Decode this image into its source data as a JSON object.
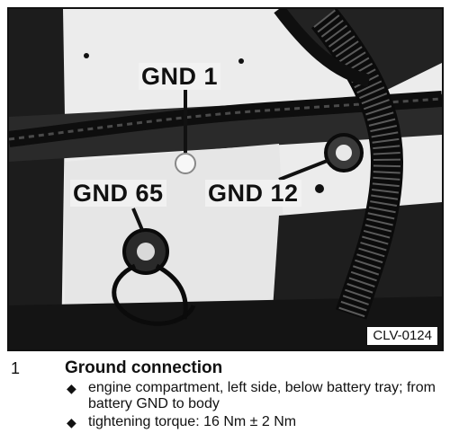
{
  "figure": {
    "labels": {
      "gnd1": "GND 1",
      "gnd65": "GND 65",
      "gnd12": "GND 12",
      "reference": "CLV-0124"
    }
  },
  "legend": {
    "number": "1",
    "title": "Ground connection",
    "items": [
      "engine compartment, left side, below battery tray;  from battery GND to body",
      "tightening torque:  16 Nm ± 2 Nm"
    ]
  },
  "icons": {
    "bullet": "diamond-bullet-icon"
  }
}
